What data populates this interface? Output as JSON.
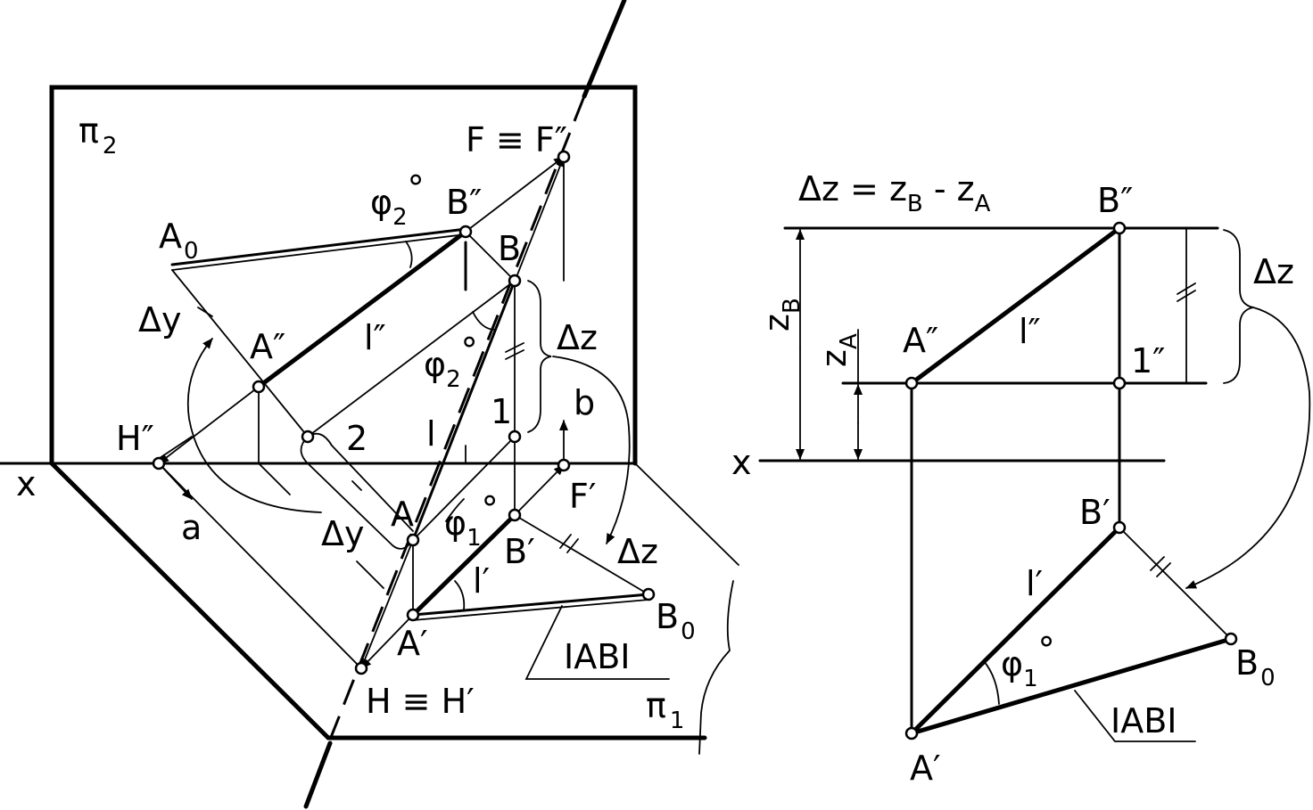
{
  "left_figure": {
    "plane_v": "π",
    "plane_v_sub": "2",
    "plane_h": "π",
    "plane_h_sub": "1",
    "axis": "x",
    "F": "F ≡ F″",
    "H": "H ≡ H′",
    "H2": "H″",
    "A0": "A",
    "A0_sub": "0",
    "B0": "B",
    "B0_sub": "0",
    "A2": "A″",
    "B2": "B″",
    "A": "A",
    "B": "B",
    "A1": "A′",
    "B1": "B′",
    "F1": "F′",
    "l2": "l″",
    "l": "l",
    "l1": "l′",
    "phi": "φ",
    "sub2": "2",
    "sub1": "1",
    "deg": "°",
    "dz": "Δz",
    "dy": "Δy",
    "pt1": "1",
    "pt2": "2",
    "a": "a",
    "b": "b",
    "ab": "IABI"
  },
  "right_figure": {
    "formula_main": "Δz = z",
    "formula_sub_b": "B",
    "formula_minus": " - z",
    "formula_sub_a": "A",
    "B2": "B″",
    "A2": "A″",
    "pt1": "1″",
    "l2": "l″",
    "axis": "x",
    "zB": "z",
    "zB_sub": "B",
    "zA": "z",
    "zA_sub": "A",
    "dz": "Δz",
    "B1": "B′",
    "A1": "A′",
    "l1": "l′",
    "phi": "φ",
    "phi_sub": "1",
    "deg": "°",
    "B0": "B",
    "B0_sub": "0",
    "ab": "IABI"
  }
}
